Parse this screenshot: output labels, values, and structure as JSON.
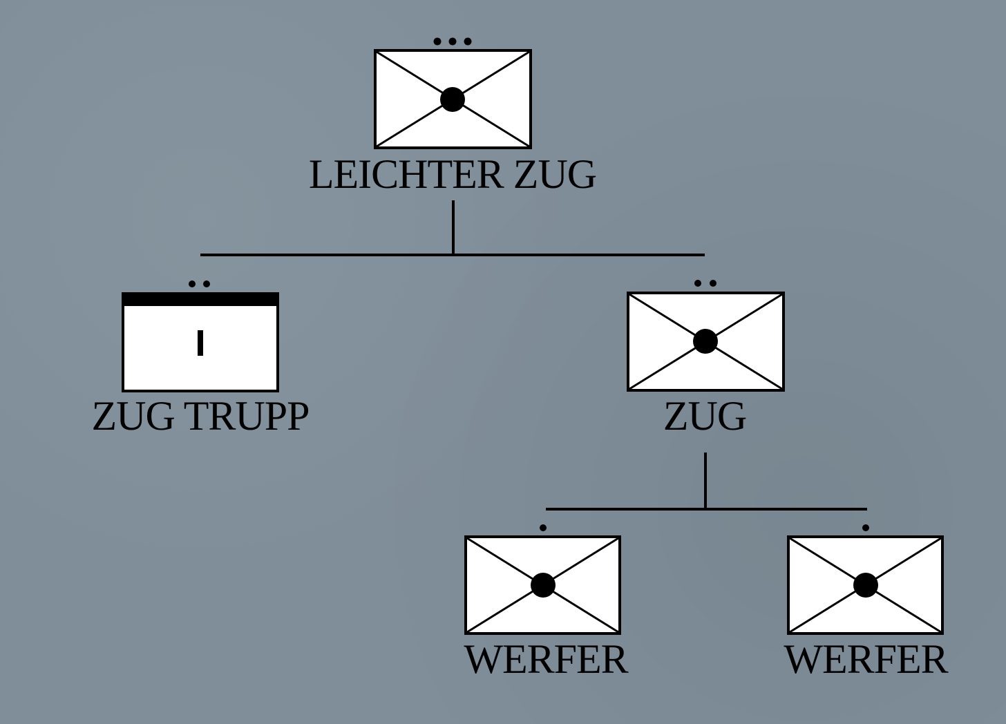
{
  "colors": {
    "background": "#7f8e99",
    "line": "#000000",
    "symbol_fill": "#ffffff"
  },
  "units": [
    {
      "id": "leichter-zug",
      "label": "LEICHTER ZUG",
      "symbol": "mortar-infantry-symbol",
      "echelon_dots": 3
    },
    {
      "id": "zug-trupp",
      "label": "ZUG TRUPP",
      "symbol": "headquarters-symbol",
      "echelon_dots": 2,
      "inner_mark": "I"
    },
    {
      "id": "zug",
      "label": "ZUG",
      "symbol": "mortar-infantry-symbol",
      "echelon_dots": 2
    },
    {
      "id": "werfer-1",
      "label": "WERFER",
      "symbol": "mortar-infantry-symbol",
      "echelon_dots": 1
    },
    {
      "id": "werfer-2",
      "label": "WERFER",
      "symbol": "mortar-infantry-symbol",
      "echelon_dots": 1
    }
  ]
}
